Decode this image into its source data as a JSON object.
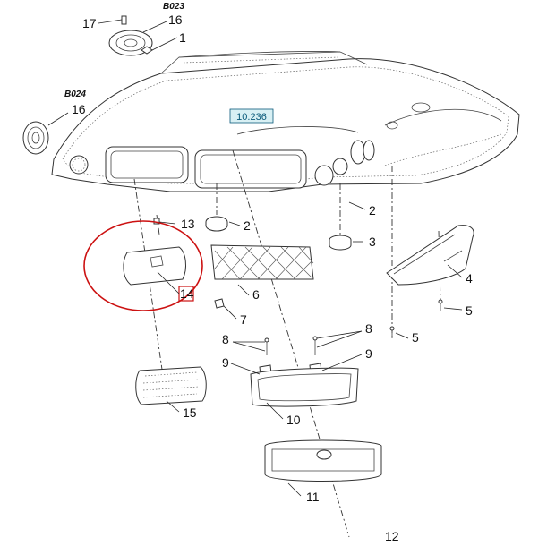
{
  "callouts": {
    "p17": "17",
    "p16_top": "16",
    "p1": "1",
    "p16_left": "16",
    "p2_a": "2",
    "p2_b": "2",
    "p3": "3",
    "p4": "4",
    "p5_a": "5",
    "p5_b": "5",
    "p6": "6",
    "p7": "7",
    "p8_left": "8",
    "p8_right": "8",
    "p9_left": "9",
    "p9_right": "9",
    "p10": "10",
    "p11": "11",
    "p12": "12",
    "p13": "13",
    "p14": "14",
    "p15": "15"
  },
  "codes": {
    "b023": "B023",
    "b024": "B024"
  },
  "reference_label": "10.236",
  "colors": {
    "highlight_circle": "#cc1111",
    "reference_box_fill": "#d8f0f4",
    "reference_box_text": "#0a5a7a",
    "line": "#333333"
  }
}
